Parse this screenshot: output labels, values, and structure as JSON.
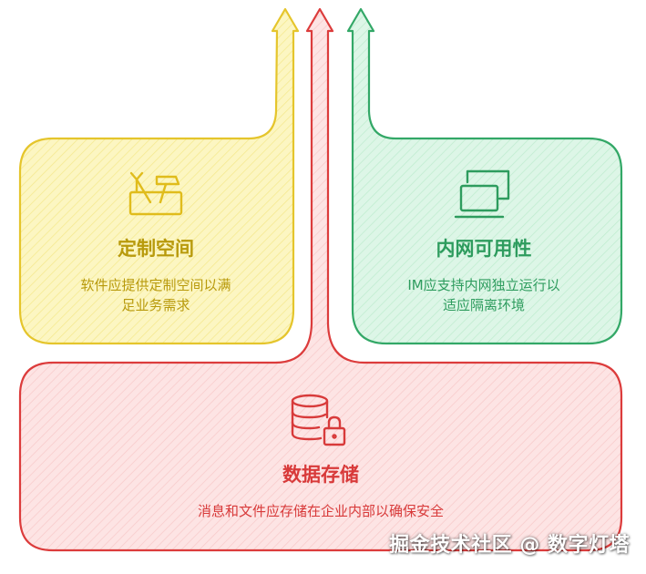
{
  "colors": {
    "yellow_stroke": "#e5c52c",
    "yellow_fill": "#fcf6c2",
    "yellow_text": "#b89a0c",
    "green_stroke": "#33a867",
    "green_fill": "#d9f5e4",
    "green_text": "#2e9c5e",
    "red_stroke": "#dc3c3c",
    "red_fill": "#fde0e0",
    "red_text": "#d83a3a"
  },
  "nodes": {
    "custom_space": {
      "icon": "toolbox-icon",
      "title": "定制空间",
      "desc_line1": "软件应提供定制空间以满",
      "desc_line2": "足业务需求"
    },
    "intranet": {
      "icon": "laptop-window-icon",
      "title": "内网可用性",
      "desc_line1": "IM应支持内网独立运行以",
      "desc_line2": "适应隔离环境"
    },
    "data_storage": {
      "icon": "database-lock-icon",
      "title": "数据存储",
      "desc_line1": "消息和文件应存储在企业内部以确保安全"
    }
  },
  "watermark": "掘金技术社区 @ 数字灯塔"
}
